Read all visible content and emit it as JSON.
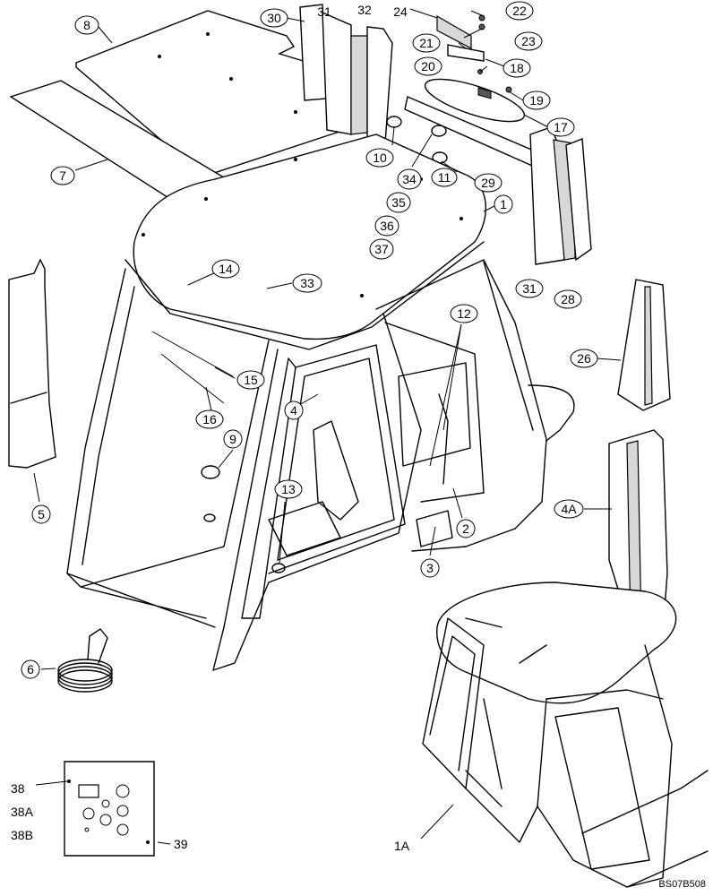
{
  "figure_code": "BS07B508",
  "callouts": [
    {
      "id": "c8",
      "label": "8",
      "circled": true
    },
    {
      "id": "c7",
      "label": "7",
      "circled": true
    },
    {
      "id": "c30",
      "label": "30",
      "circled": true
    },
    {
      "id": "c31top",
      "label": "31",
      "circled": false
    },
    {
      "id": "c32",
      "label": "32",
      "circled": false
    },
    {
      "id": "c24",
      "label": "24",
      "circled": false
    },
    {
      "id": "c22",
      "label": "22",
      "circled": true
    },
    {
      "id": "c23",
      "label": "23",
      "circled": true
    },
    {
      "id": "c21",
      "label": "21",
      "circled": true
    },
    {
      "id": "c18",
      "label": "18",
      "circled": true
    },
    {
      "id": "c20",
      "label": "20",
      "circled": true
    },
    {
      "id": "c19",
      "label": "19",
      "circled": true
    },
    {
      "id": "c17",
      "label": "17",
      "circled": true
    },
    {
      "id": "c10",
      "label": "10",
      "circled": true
    },
    {
      "id": "c34",
      "label": "34",
      "circled": true
    },
    {
      "id": "c35",
      "label": "35",
      "circled": true
    },
    {
      "id": "c36",
      "label": "36",
      "circled": true
    },
    {
      "id": "c37",
      "label": "37",
      "circled": true
    },
    {
      "id": "c11",
      "label": "11",
      "circled": true
    },
    {
      "id": "c29",
      "label": "29",
      "circled": true
    },
    {
      "id": "c1",
      "label": "1",
      "circled": true
    },
    {
      "id": "c14",
      "label": "14",
      "circled": true
    },
    {
      "id": "c33",
      "label": "33",
      "circled": true
    },
    {
      "id": "c31side",
      "label": "31",
      "circled": true
    },
    {
      "id": "c28",
      "label": "28",
      "circled": true
    },
    {
      "id": "c12",
      "label": "12",
      "circled": true
    },
    {
      "id": "c26",
      "label": "26",
      "circled": true
    },
    {
      "id": "c15",
      "label": "15",
      "circled": true
    },
    {
      "id": "c4",
      "label": "4",
      "circled": true
    },
    {
      "id": "c16",
      "label": "16",
      "circled": true
    },
    {
      "id": "c9",
      "label": "9",
      "circled": true
    },
    {
      "id": "c13",
      "label": "13",
      "circled": true
    },
    {
      "id": "c2",
      "label": "2",
      "circled": true
    },
    {
      "id": "c4a",
      "label": "4A",
      "circled": true
    },
    {
      "id": "c5",
      "label": "5",
      "circled": true
    },
    {
      "id": "c3",
      "label": "3",
      "circled": true
    },
    {
      "id": "c6",
      "label": "6",
      "circled": true
    },
    {
      "id": "c38",
      "label": "38",
      "circled": false
    },
    {
      "id": "c38a",
      "label": "38A",
      "circled": false
    },
    {
      "id": "c38b",
      "label": "38B",
      "circled": false
    },
    {
      "id": "c39",
      "label": "39",
      "circled": false
    },
    {
      "id": "c1a",
      "label": "1A",
      "circled": false
    }
  ]
}
